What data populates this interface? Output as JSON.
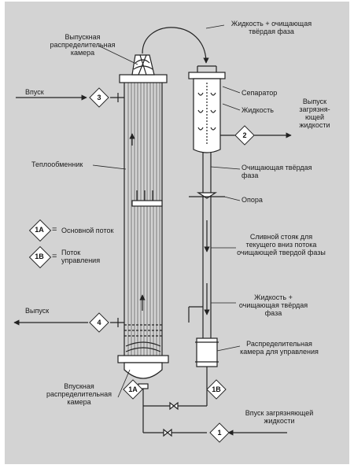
{
  "labels": {
    "outlet_chamber": "Выпускная распределительная камера",
    "liquid_solid_top": "Жидкость + очищающая твёрдая фаза",
    "inlet_left": "Впуск",
    "separator": "Сепаратор",
    "liquid": "Жидкость",
    "outlet_dirty_liquid": "Выпуск загрязня- ющей жидкости",
    "heat_exchanger": "Теплообменник",
    "cleaning_solid": "Очищающая твёрдая фаза",
    "support": "Опора",
    "downcomer": "Сливной стояк для текущего вниз потока очищающей твердой фазы",
    "liquid_solid_lower": "Жидкость + очищающая твёрдая фаза",
    "outlet_left": "Выпуск",
    "control_chamber": "Распределительная камера для управления",
    "inlet_chamber": "Впускная распределительная камера",
    "inlet_dirty_liquid": "Впуск загрязняющей жидкости"
  },
  "legend": {
    "main_flow_marker": "1A",
    "main_flow_eq": "=",
    "main_flow_text": "Основной поток",
    "control_flow_marker": "1B",
    "control_flow_eq": "=",
    "control_flow_text": "Поток управления"
  },
  "markers": {
    "m1": "1",
    "m1a": "1A",
    "m1b": "1B",
    "m2": "2",
    "m3": "3",
    "m4": "4"
  },
  "colors": {
    "background": "#d3d3d3",
    "line": "#222222",
    "marker_fill": "#ffffff"
  }
}
